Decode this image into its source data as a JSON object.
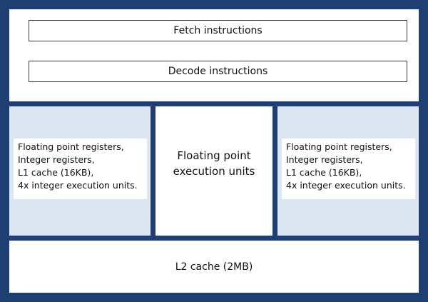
{
  "top_section": {
    "fetch_label": "Fetch instructions",
    "decode_label": "Decode instructions"
  },
  "left_core": {
    "text": "Floating point registers,\nInteger registers,\nL1 cache (16KB),\n4x integer execution units."
  },
  "shared_fpu": {
    "text": "Floating point\nexecution units"
  },
  "right_core": {
    "text": "Floating point registers,\nInteger registers,\nL1 cache (16KB),\n4x integer execution units."
  },
  "l2_cache": {
    "label": "L2 cache (2MB)"
  },
  "colors": {
    "frame": "#1f3f73",
    "core_fill": "#dce6f2",
    "box_fill": "#ffffff"
  }
}
